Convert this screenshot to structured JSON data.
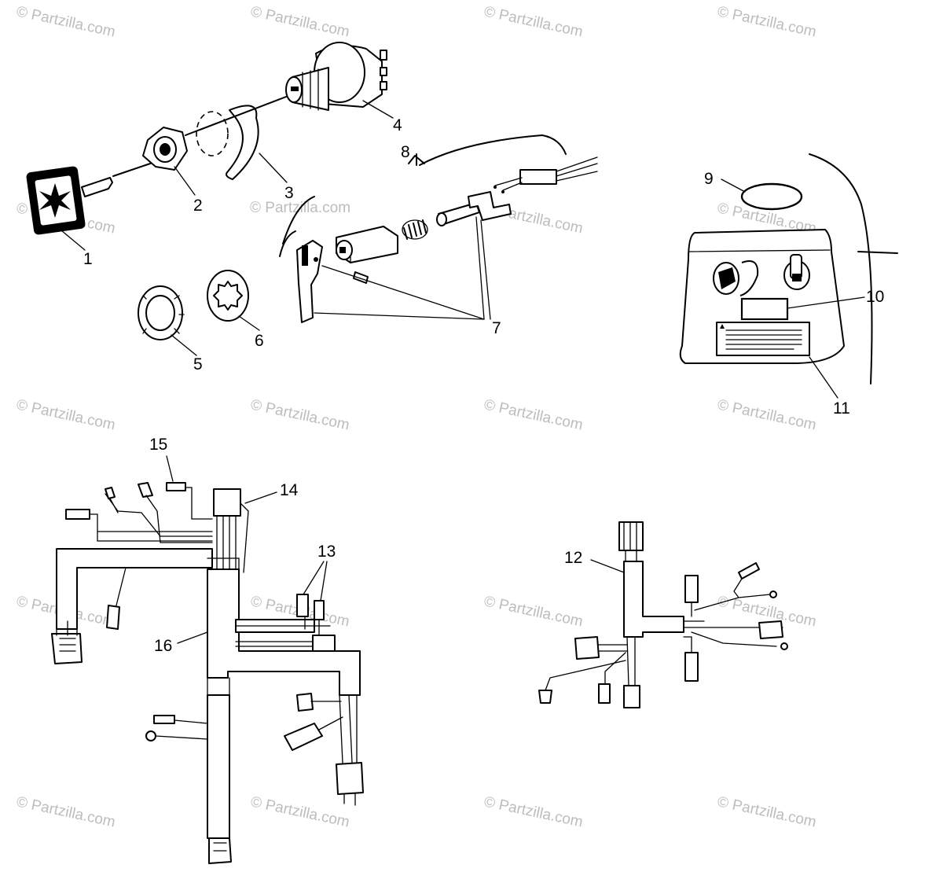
{
  "watermark": "© Partzilla.com",
  "callouts": {
    "c1": "1",
    "c2": "2",
    "c3": "3",
    "c4": "4",
    "c5": "5",
    "c6": "6",
    "c7": "7",
    "c8": "8",
    "c9": "9",
    "c10": "10",
    "c11": "11",
    "c12": "12",
    "c13": "13",
    "c14": "14",
    "c15": "15",
    "c16": "16"
  }
}
